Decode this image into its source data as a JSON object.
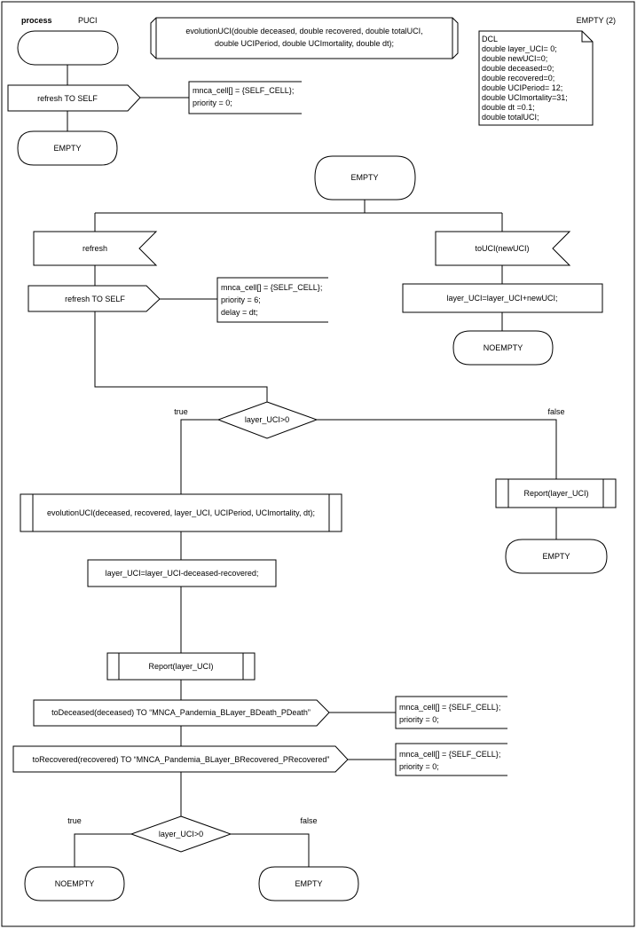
{
  "header": {
    "process_label": "process",
    "process_name": "PUCI",
    "page_label": "EMPTY (2)"
  },
  "procedure": {
    "signature_line1": "evolutionUCI(double deceased, double recovered, double totalUCI,",
    "signature_line2": "double UCIPeriod, double UCImortality, double dt);"
  },
  "dcl": {
    "lines": [
      "DCL",
      "double layer_UCI= 0;",
      "double newUCI=0;",
      "double deceased=0;",
      "double recovered=0;",
      "double UCIPeriod= 12;",
      "double UCImortality=31;",
      "double dt =0.1;",
      "double totalUCI;"
    ]
  },
  "top": {
    "output_label": "refresh TO SELF",
    "output_note": [
      "mnca_cell[] = {SELF_CELL};",
      "priority = 0;"
    ],
    "next_state": "EMPTY"
  },
  "state_empty": "EMPTY",
  "left": {
    "input_label": "refresh",
    "output_label": "refresh TO SELF",
    "output_note": [
      "mnca_cell[] = {SELF_CELL};",
      "priority = 6;",
      "delay = dt;"
    ]
  },
  "right": {
    "input_label": "toUCI(newUCI)",
    "task_label": "layer_UCI=layer_UCI+newUCI;",
    "next_state": "NOEMPTY"
  },
  "decision1": {
    "condition": "layer_UCI>0",
    "true_label": "true",
    "false_label": "false"
  },
  "true_branch": {
    "call_label": "evolutionUCI(deceased, recovered, layer_UCI, UCIPeriod, UCImortality, dt);",
    "task_label": "layer_UCI=layer_UCI-deceased-recovered;",
    "report_label": "Report(layer_UCI)",
    "output1_label": "toDeceased(deceased) TO “MNCA_Pandemia_BLayer_BDeath_PDeath”",
    "output1_note": [
      "mnca_cell[] = {SELF_CELL};",
      "priority = 0;"
    ],
    "output2_label": "toRecovered(recovered) TO “MNCA_Pandemia_BLayer_BRecovered_PRecovered”",
    "output2_note": [
      "mnca_cell[] = {SELF_CELL};",
      "priority = 0;"
    ]
  },
  "false_branch": {
    "report_label": "Report(layer_UCI)",
    "next_state": "EMPTY"
  },
  "decision2": {
    "condition": "layer_UCI>0",
    "true_label": "true",
    "false_label": "false",
    "true_state": "NOEMPTY",
    "false_state": "EMPTY"
  }
}
